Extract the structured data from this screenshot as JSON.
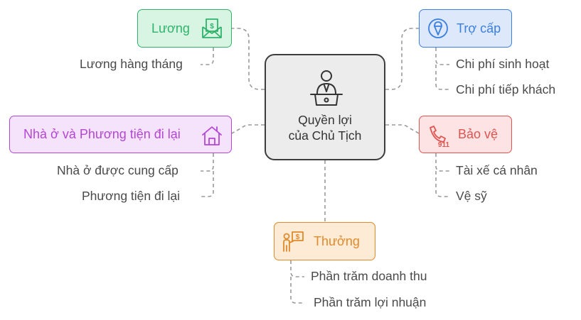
{
  "center": {
    "line1": "Quyền lợi",
    "line2": "của Chủ Tịch"
  },
  "branches": {
    "luong": {
      "label": "Lương",
      "icon": "money-envelope-icon",
      "color": "#2fb36b",
      "fill": "#d8f5e3",
      "leaves": [
        "Lương hàng tháng"
      ]
    },
    "tro_cap": {
      "label": "Trợ cấp",
      "icon": "ice-cream-icon",
      "color": "#3b7fe0",
      "fill": "#dde9fb",
      "leaves": [
        "Chi phí sinh hoạt",
        "Chi phí tiếp khách"
      ]
    },
    "nha_o": {
      "label": "Nhà ở và Phương tiện đi lại",
      "icon": "house-icon",
      "color": "#b446d6",
      "fill": "#f5e2fb",
      "leaves": [
        "Nhà ở được cung cấp",
        "Phương tiện đi lại"
      ]
    },
    "bao_ve": {
      "label": "Bảo vệ",
      "icon": "phone-911-icon",
      "color": "#e0534f",
      "fill": "#fde3e3",
      "leaves": [
        "Tài xế cá nhân",
        "Vệ sỹ"
      ]
    },
    "thuong": {
      "label": "Thưởng",
      "icon": "presenter-dollar-icon",
      "color": "#e08a2a",
      "fill": "#fdebd6",
      "leaves": [
        "Phần trăm doanh thu",
        "Phần trăm lợi nhuận"
      ]
    }
  }
}
